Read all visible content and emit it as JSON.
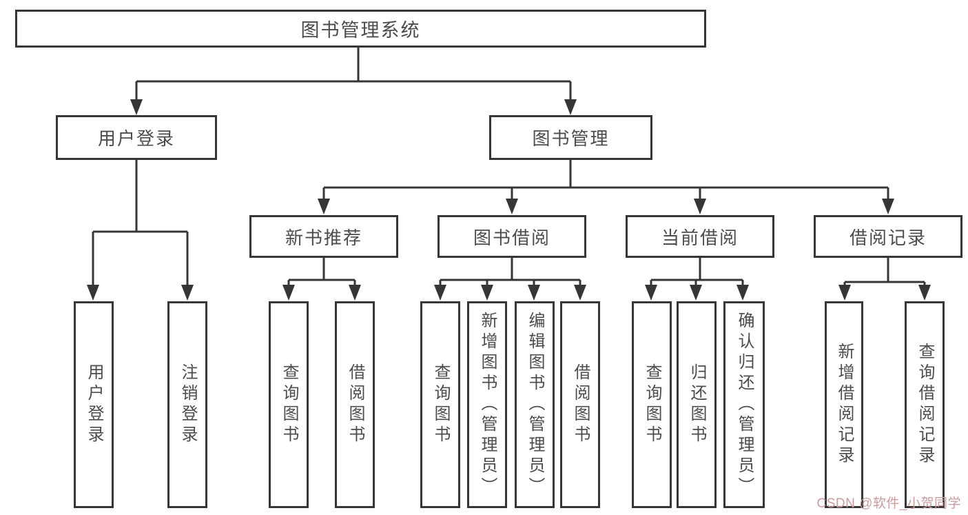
{
  "diagram": {
    "title": "图书管理系统",
    "level2": [
      {
        "label": "用户登录"
      },
      {
        "label": "图书管理"
      }
    ],
    "user_login_children": [
      "用户登录",
      "注销登录"
    ],
    "modules": [
      {
        "label": "新书推荐",
        "children": [
          "查询图书",
          "借阅图书"
        ]
      },
      {
        "label": "图书借阅",
        "children": [
          "查询图书",
          "新增图书（管理员）",
          "编辑图书（管理员）",
          "借阅图书"
        ]
      },
      {
        "label": "当前借阅",
        "children": [
          "查询图书",
          "归还图书",
          "确认归还（管理员）"
        ]
      },
      {
        "label": "借阅记录",
        "children": [
          "新增借阅记录",
          "查询借阅记录"
        ]
      }
    ]
  },
  "watermark": {
    "text": "CSDN @软件_小贺同学",
    "color": "#cc9b9e"
  },
  "colors": {
    "line": "#363636",
    "text": "#4c4c4c",
    "background": "#ffffff"
  }
}
